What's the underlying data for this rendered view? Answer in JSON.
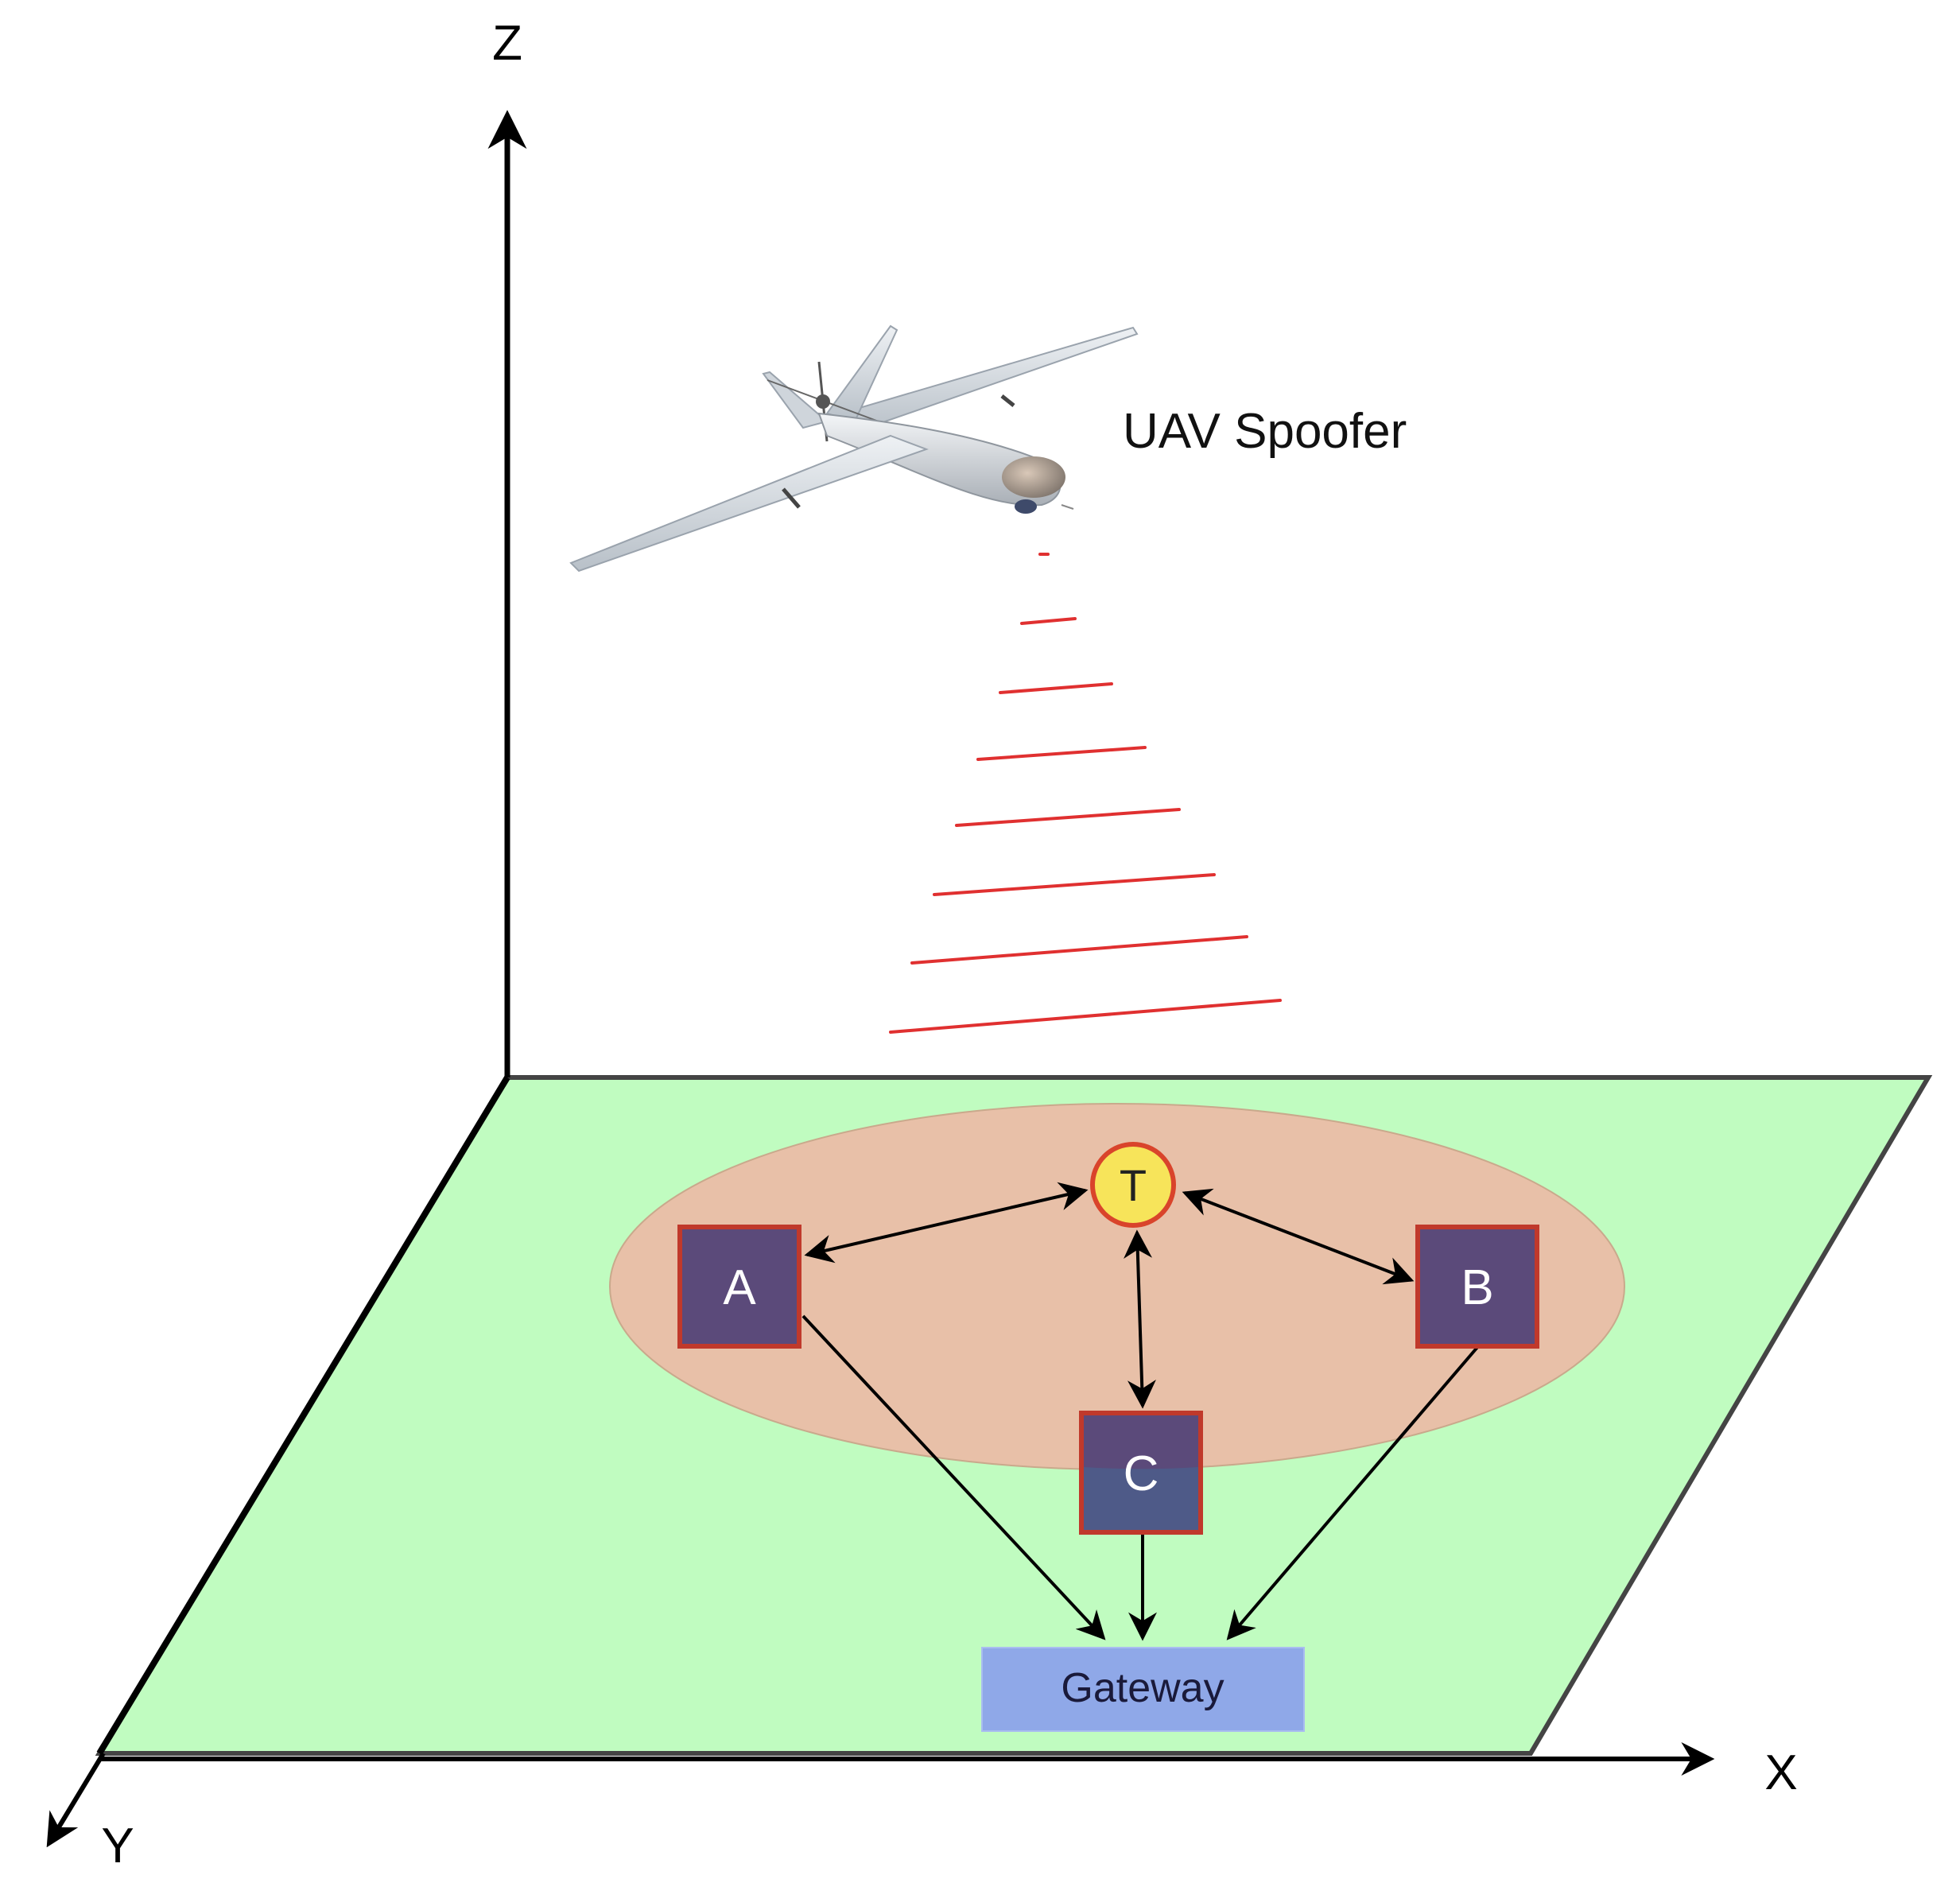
{
  "axes": {
    "x": "X",
    "y": "Y",
    "z": "Z"
  },
  "uav": {
    "label": "UAV Spoofer"
  },
  "nodes": {
    "a": "A",
    "b": "B",
    "c": "C",
    "t": "T"
  },
  "gateway": {
    "label": "Gateway"
  },
  "colors": {
    "ground": "#c0fcc0",
    "zone": "#e8c0a8",
    "node_fill": "#5b4a7a",
    "node_border": "#c0392b",
    "target_fill": "#f7e45a",
    "target_border": "#d9442b",
    "gateway_fill": "#8fa8e8",
    "signal": "#e03030",
    "axis": "#000000"
  }
}
